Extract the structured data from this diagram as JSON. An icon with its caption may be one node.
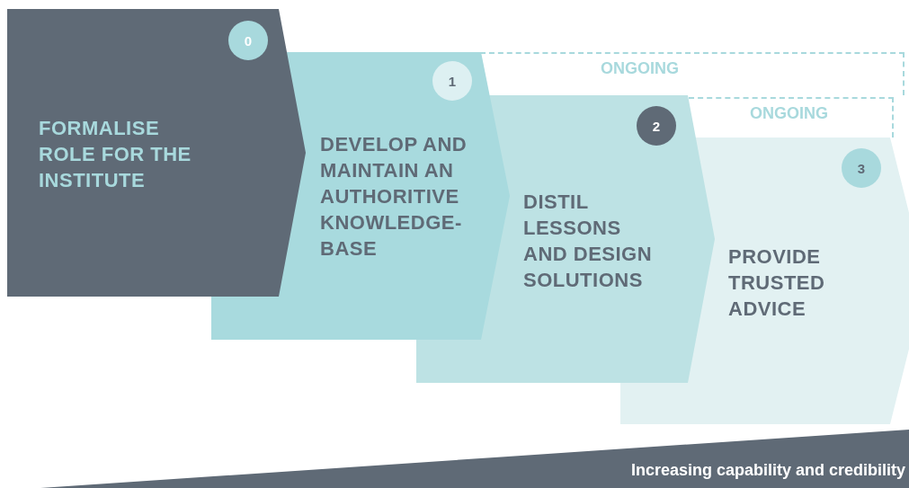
{
  "diagram": {
    "nodes": [
      {
        "text": [
          "FORMALISE ROLE FOR THE INSTITUTE"
        ]
      },
      {
        "text": [
          "0"
        ],
        "in": 0
      },
      {
        "text": [
          "DEVELOP AND MAINTAIN AN AUTHORITIVE KNOWLEDGE-BASE"
        ]
      },
      {
        "text": [
          "1"
        ],
        "in": 2
      },
      {
        "text": [
          "ONGOING"
        ]
      },
      {
        "text": [
          "DISTIL LESSONS AND DESIGN SOLUTIONS"
        ]
      },
      {
        "text": [
          "2"
        ],
        "in": 5
      },
      {
        "text": [
          "ONGOING"
        ]
      },
      {
        "text": [
          "PROVIDE TRUSTED ADVICE"
        ]
      },
      {
        "text": [
          "3"
        ],
        "in": 8
      },
      {
        "text": [
          "Increasing capability and credibility"
        ]
      }
    ]
  }
}
